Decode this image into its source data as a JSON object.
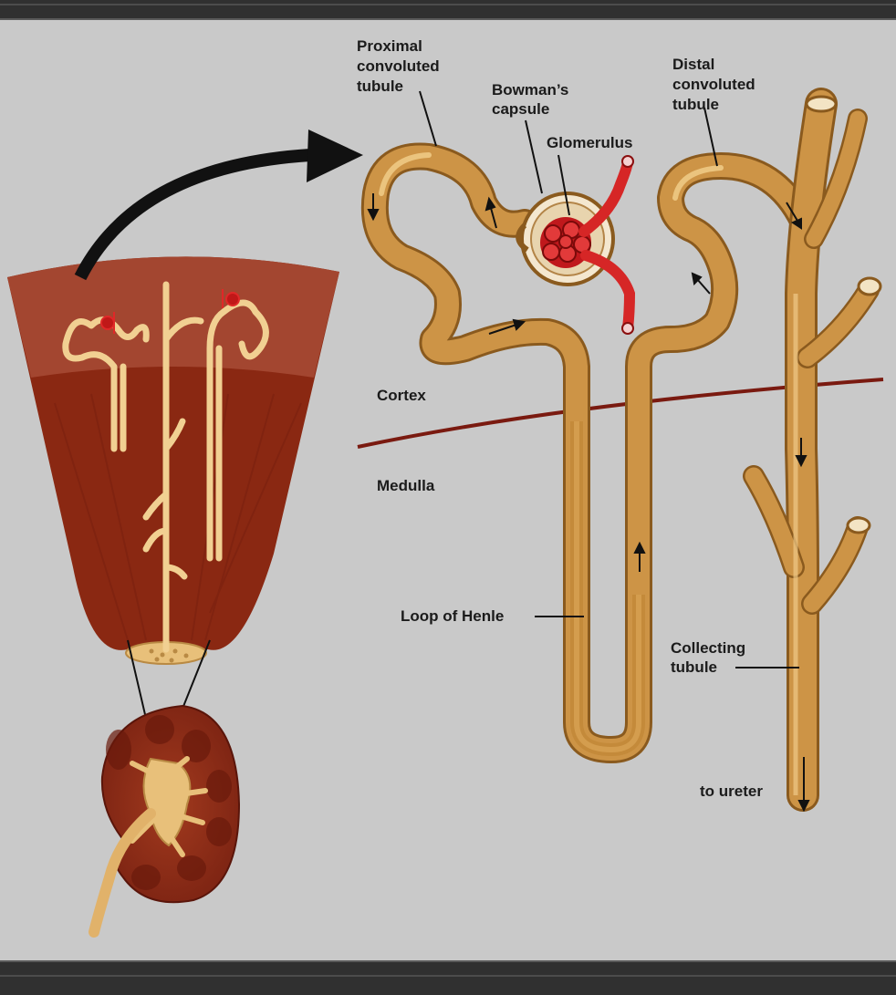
{
  "diagram": {
    "labels": {
      "proximal": [
        "Proximal",
        "convoluted",
        "tubule"
      ],
      "bowman": [
        "Bowman’s",
        "capsule"
      ],
      "glomerulus": "Glomerulus",
      "distal": [
        "Distal",
        "convoluted",
        "tubule"
      ],
      "cortex": "Cortex",
      "medulla": "Medulla",
      "henle": "Loop of Henle",
      "collecting": [
        "Collecting",
        "tubule"
      ],
      "ureter": "to ureter"
    },
    "colors": {
      "background": "#c9c9c9",
      "tubule": "#c48a3a",
      "tubule_light": "#e8c07a",
      "renal_tissue": "#8e2a14",
      "cortex_band": "#a0402a",
      "blood_vessel": "#d9242a",
      "boundary_line": "#7a1a10"
    }
  }
}
